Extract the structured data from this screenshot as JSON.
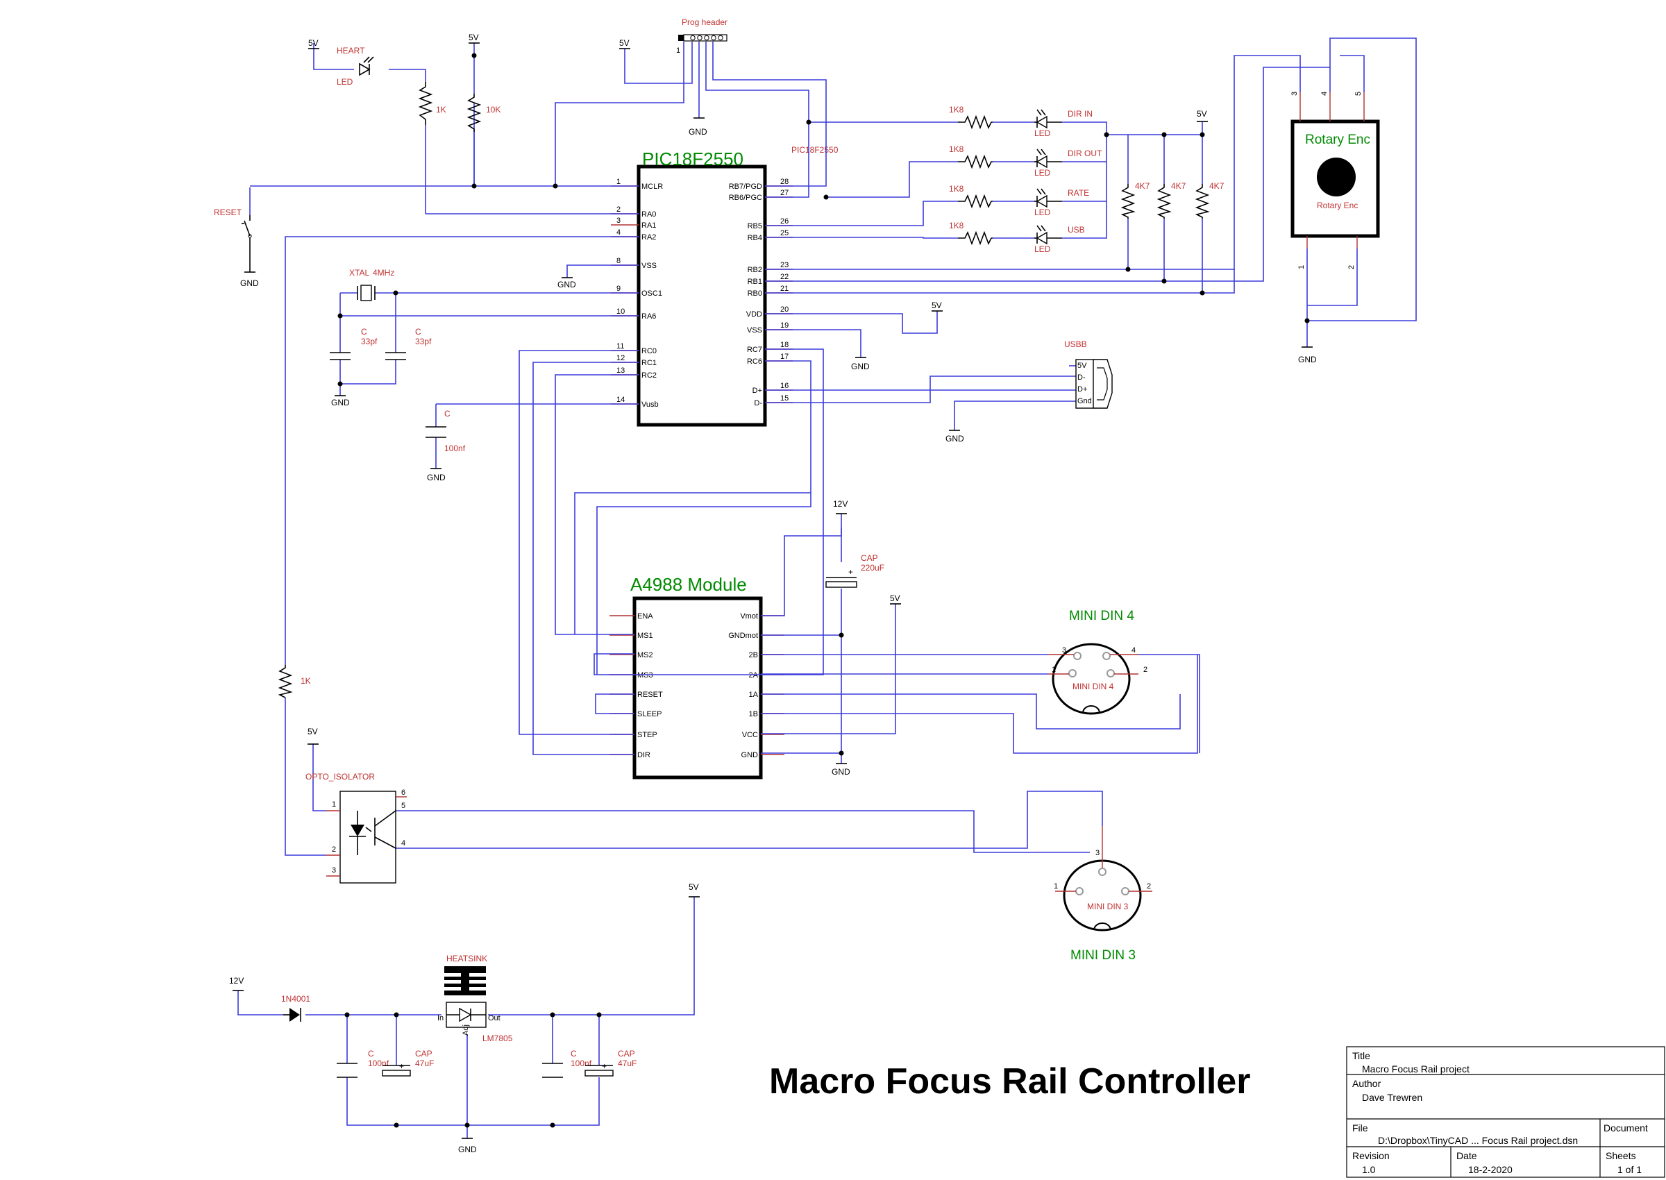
{
  "title": "Macro Focus Rail Controller",
  "supply": {
    "v5": "5V",
    "v12": "12V",
    "gnd": "GND"
  },
  "pic": {
    "name": "PIC18F2550",
    "small_label": "PIC18F2550",
    "left_pins": [
      {
        "num": "1",
        "name": "MCLR"
      },
      {
        "num": "2",
        "name": "RA0"
      },
      {
        "num": "3",
        "name": "RA1"
      },
      {
        "num": "4",
        "name": "RA2"
      },
      {
        "num": "8",
        "name": "VSS"
      },
      {
        "num": "9",
        "name": "OSC1"
      },
      {
        "num": "10",
        "name": "RA6"
      },
      {
        "num": "11",
        "name": "RC0"
      },
      {
        "num": "12",
        "name": "RC1"
      },
      {
        "num": "13",
        "name": "RC2"
      },
      {
        "num": "14",
        "name": "Vusb"
      }
    ],
    "right_pins": [
      {
        "num": "28",
        "name": "RB7/PGD"
      },
      {
        "num": "27",
        "name": "RB6/PGC"
      },
      {
        "num": "26",
        "name": "RB5"
      },
      {
        "num": "25",
        "name": "RB4"
      },
      {
        "num": "23",
        "name": "RB2"
      },
      {
        "num": "22",
        "name": "RB1"
      },
      {
        "num": "21",
        "name": "RB0"
      },
      {
        "num": "20",
        "name": "VDD"
      },
      {
        "num": "19",
        "name": "VSS"
      },
      {
        "num": "18",
        "name": "RC7"
      },
      {
        "num": "17",
        "name": "RC6"
      },
      {
        "num": "16",
        "name": "D+"
      },
      {
        "num": "15",
        "name": "D-"
      }
    ]
  },
  "a4988": {
    "name": "A4988 Module",
    "left_pins": [
      "ENA",
      "MS1",
      "MS2",
      "MS3",
      "RESET",
      "SLEEP",
      "STEP",
      "DIR"
    ],
    "right_pins": [
      "Vmot",
      "GNDmot",
      "2B",
      "2A",
      "1A",
      "1B",
      "VCC",
      "GND"
    ]
  },
  "prog_header": {
    "label": "Prog header",
    "pin1": "1"
  },
  "heart_led": {
    "name": "HEART",
    "type": "LED"
  },
  "resistors": {
    "r1k": "1K",
    "r10k": "10K",
    "r1k8": "1K8",
    "r4k7": "4K7"
  },
  "reset": "RESET",
  "crystal": {
    "name": "XTAL",
    "value": "4MHz"
  },
  "caps": {
    "c": "C",
    "c33": "33pf",
    "c100n": "100nf",
    "cap": "CAP",
    "c220u": "220uF",
    "c47u": "47uF"
  },
  "leds": [
    "DIR IN",
    "DIR OUT",
    "RATE",
    "USB"
  ],
  "led_type": "LED",
  "encoder": {
    "name": "Rotary Enc",
    "inner": "Rotary Enc",
    "pins_top": [
      "3",
      "4",
      "5"
    ],
    "pins_bottom": [
      "1",
      "2"
    ]
  },
  "usb": {
    "name": "USBB",
    "pins": [
      "5V",
      "D-",
      "D+",
      "Gnd"
    ]
  },
  "din4": {
    "name": "MINI DIN 4",
    "inner": "MINI DIN 4",
    "pins": [
      "3",
      "4",
      "1",
      "2"
    ]
  },
  "din3": {
    "name": "MINI DIN 3",
    "inner": "MINI DIN 3",
    "pins": [
      "3",
      "1",
      "2"
    ]
  },
  "opto": {
    "name": "OPTO_ISOLATOR",
    "pins": [
      "1",
      "2",
      "3",
      "4",
      "5",
      "6"
    ]
  },
  "psu": {
    "diode": "1N4001",
    "heatsink": "HEATSINK",
    "reg": "LM7805",
    "in": "In",
    "out": "Out",
    "adj": "Adj"
  },
  "titleblock": {
    "title_lbl": "Title",
    "title_val": "Macro Focus Rail project",
    "author_lbl": "Author",
    "author_val": "Dave Trewren",
    "file_lbl": "File",
    "file_val": "D:\\Dropbox\\TinyCAD ... Focus Rail project.dsn",
    "doc_lbl": "Document",
    "rev_lbl": "Revision",
    "rev_val": "1.0",
    "date_lbl": "Date",
    "date_val": "18-2-2020",
    "sheets_lbl": "Sheets",
    "sheets_val": "1 of 1"
  }
}
